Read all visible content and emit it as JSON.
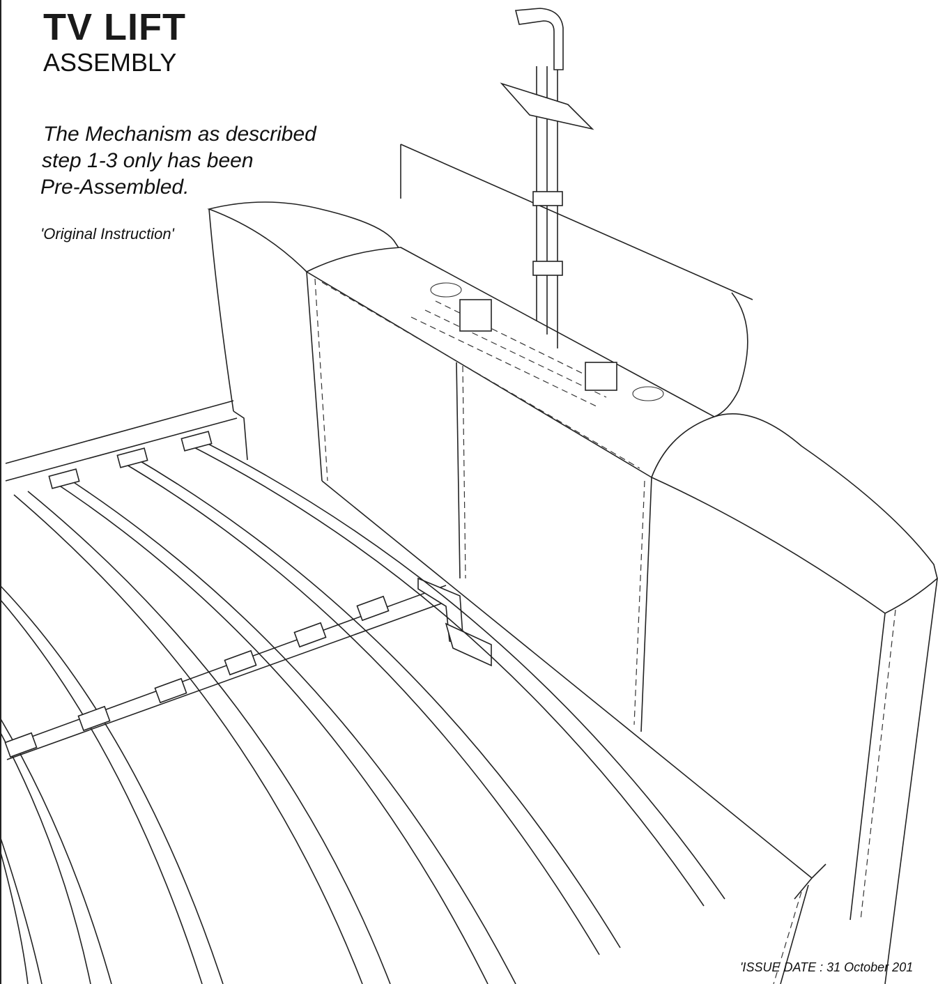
{
  "title": {
    "main": "TV LIFT",
    "sub": "ASSEMBLY"
  },
  "note": {
    "lines": [
      "The Mechanism as described",
      "step 1-3 only has been",
      "Pre-Assembled."
    ]
  },
  "original_instruction": "'Original Instruction'",
  "issue_date": "'ISSUE DATE :  31 October 201"
}
